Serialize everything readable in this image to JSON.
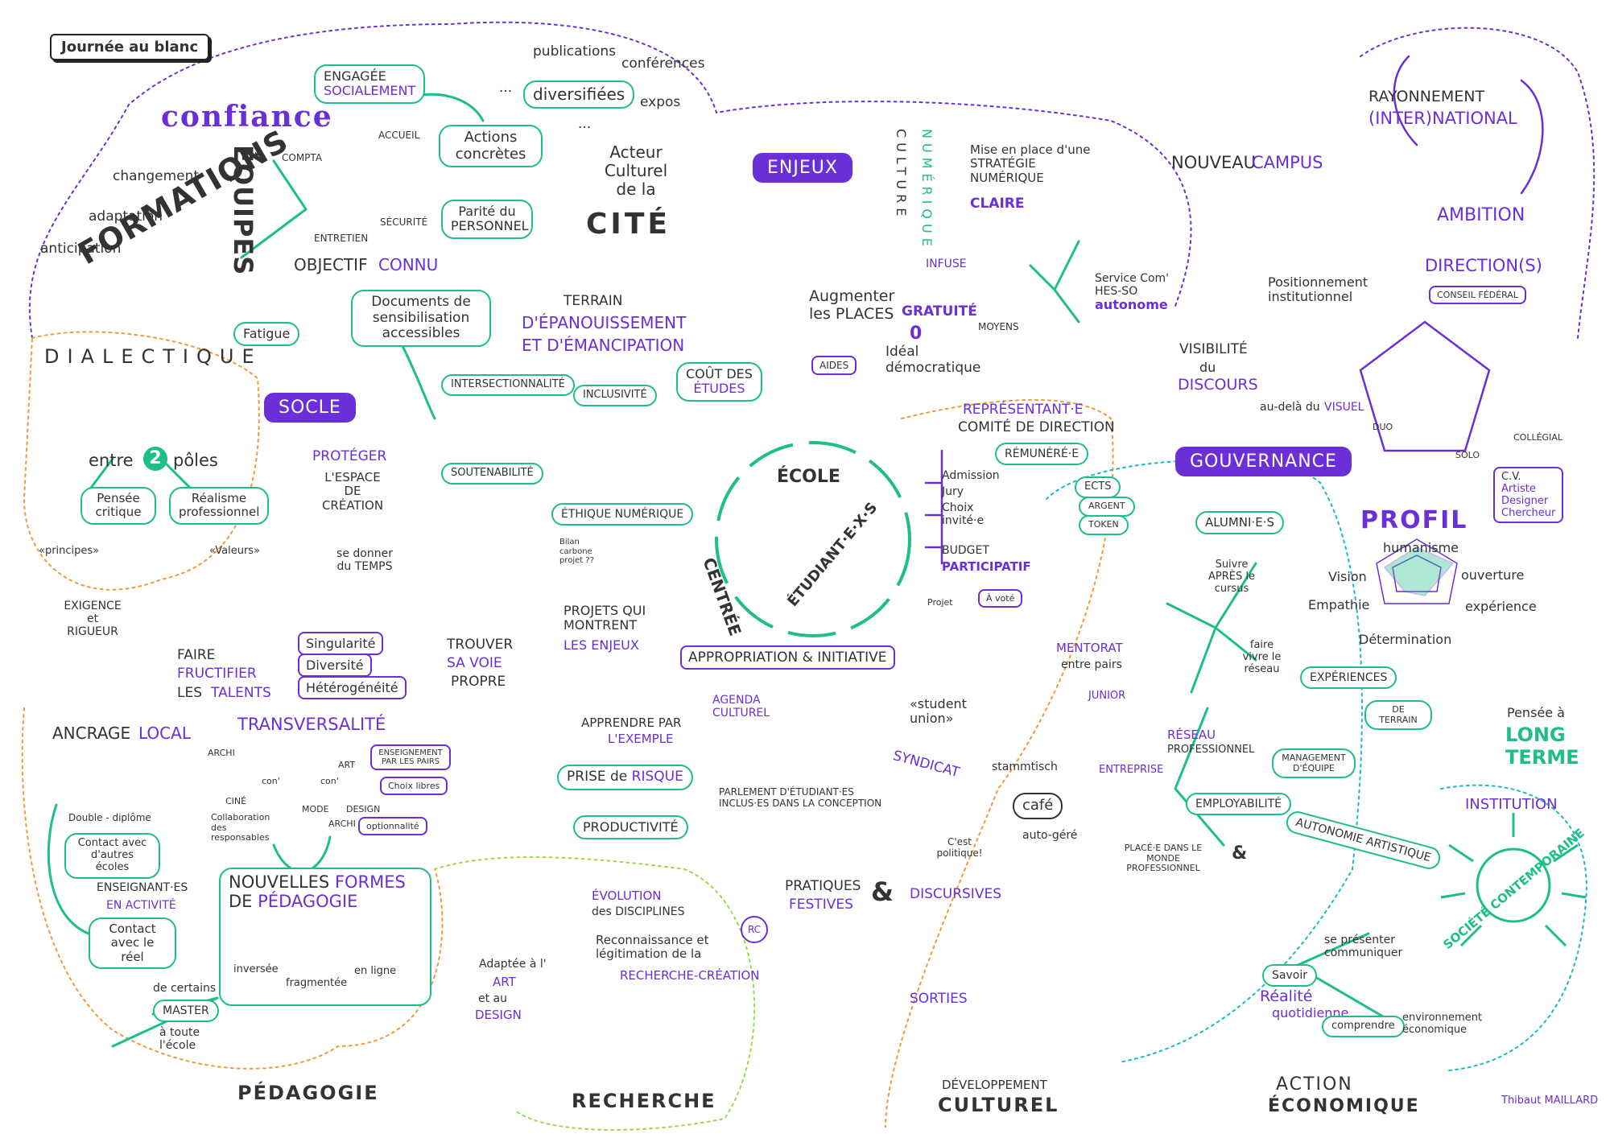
{
  "title": "Journée au blanc",
  "signature": "Thibaut MAILLARD",
  "colors": {
    "green": "#1ebd8a",
    "purple": "#6a2fd6",
    "orange": "#f29a3a",
    "teal": "#19b9c8",
    "lime": "#9ad94a",
    "ink": "#333333"
  },
  "confiance": {
    "title": "confiance",
    "formations": "FORMATIONS",
    "equipes": "ÉQUIPES",
    "changement": "changement",
    "adaptation": "adaptation",
    "anticipation": "anticipation",
    "compta": "COMPTA",
    "accueil": "ACCUEIL",
    "entretien": "ENTRETIEN",
    "securite": "SÉCURITÉ",
    "objectif": "OBJECTIF",
    "connu": "CONNU",
    "fatigue": "Fatigue",
    "engagee": "ENGAGÉE",
    "socialement": "SOCIALEMENT",
    "actions": "Actions concrètes",
    "parite": "Parité du PERSONNEL",
    "documents": "Documents de sensibilisation accessibles",
    "publications": "publications",
    "diversifiees": "diversifiées",
    "conferences": "conférences",
    "expos": "expos",
    "dots1": "...",
    "dots2": "...",
    "acteur": "Acteur Culturel de la",
    "cite": "CITÉ",
    "terrain": "TERRAIN",
    "epanouissement": "D'ÉPANOUISSEMENT",
    "emancipation": "ET D'ÉMANCIPATION"
  },
  "enjeux": {
    "label": "ENJEUX",
    "culture": "CULTURE",
    "numerique": "NUMÉRIQUE",
    "infuse": "INFUSE",
    "strategie": "Mise en place d'une STRATÉGIE NUMÉRIQUE",
    "claire": "CLAIRE",
    "service": "Service Com' HES-SO",
    "autonome": "autonome",
    "augmenter": "Augmenter les PLACES",
    "gratuite": "GRATUITÉ",
    "zero": "0",
    "moyens": "MOYENS",
    "ideal": "Idéal démocratique",
    "cout": "COÛT DES",
    "etudes": "ÉTUDES",
    "aides": "AIDES"
  },
  "campus": {
    "nouveau": "NOUVEAU",
    "campus": "CAMPUS"
  },
  "international": {
    "rayonnement": "RAYONNEMENT",
    "inter": "(INTER)NATIONAL",
    "ambition": "AMBITION"
  },
  "direction": {
    "title": "DIRECTION(S)",
    "conseil": "CONSEIL FÉDÉRAL",
    "duo": "DUO",
    "solo": "SOLO",
    "collegial": "COLLÉGIAL"
  },
  "visibilite": {
    "positionnement": "Positionnement institutionnel",
    "visibilite": "VISIBILITÉ",
    "du": "du",
    "discours": "DISCOURS",
    "au_dela": "au-delà du",
    "visuel": "VISUEL"
  },
  "gouvernance": {
    "label": "GOUVERNANCE",
    "representant": "REPRÉSENTANT·E",
    "comite": "COMITÉ DE DIRECTION",
    "remunere": "RÉMUNÉRÉ·E",
    "admission": "Admission",
    "jury": "Jury",
    "choix": "Choix invité·e",
    "ects": "ECTS",
    "argent": "ARGENT",
    "token": "TOKEN",
    "budget": "BUDGET",
    "participatif": "PARTICIPATIF",
    "projet": "Projet",
    "a_vote": "À voté"
  },
  "dialectique": {
    "title": "DIALECTIQUE",
    "entre": "entre",
    "deux": "2",
    "poles": "pôles",
    "pensee": "Pensée critique",
    "realisme": "Réalisme professionnel",
    "principes": "«principes»",
    "valeurs": "«Valeurs»"
  },
  "socle": {
    "label": "SOCLE",
    "proteger": "PROTÉGER",
    "espace": "L'ESPACE DE CRÉATION",
    "temps": "se donner du TEMPS",
    "exigence": "EXIGENCE et RIGUEUR",
    "faire": "FAIRE",
    "fructifier": "FRUCTIFIER",
    "les": "LES",
    "talents": "TALENTS",
    "singularite": "Singularité",
    "diversite": "Diversité",
    "heterogeneite": "Hétérogénéité",
    "trouver": "TROUVER",
    "sa_voie": "SA VOIE",
    "propre": "PROPRE"
  },
  "valeurs": {
    "intersectionnalite": "INTERSECTIONNALITÉ",
    "inclusivite": "INCLUSIVITÉ",
    "soutenabilite": "SOUTENABILITÉ",
    "ethique": "ÉTHIQUE NUMÉRIQUE",
    "bilan": "Bilan carbone projet ??"
  },
  "ecole": {
    "ecole": "ÉCOLE",
    "centree": "CENTRÉE",
    "etudiants": "ÉTUDIANT·E·X·S"
  },
  "projets": {
    "montrent": "PROJETS QUI MONTRENT",
    "enjeux": "LES ENJEUX",
    "apprendre": "APPRENDRE PAR",
    "exemple": "L'EXEMPLE",
    "prise": "PRISE de",
    "risque": "RISQUE",
    "productivite": "PRODUCTIVITÉ"
  },
  "appropriation": {
    "label": "APPROPRIATION & INITIATIVE",
    "agenda": "AGENDA CULTUREL",
    "parlement": "PARLEMENT D'ÉTUDIANT·ES INCLUS·ES DANS LA CONCEPTION"
  },
  "alumni": {
    "alumni": "ALUMNI·E·S",
    "suivre": "Suivre APRÈS le cursus",
    "faire_vivre": "faire vivre le réseau",
    "mentorat": "MENTORAT",
    "pairs": "entre pairs",
    "junior": "JUNIOR",
    "entreprise": "ENTREPRISE",
    "reseau": "RÉSEAU",
    "professionnel": "PROFESSIONNEL",
    "employabilite": "EMPLOYABILITÉ",
    "autonomie": "AUTONOMIE ARTISTIQUE",
    "et": "&",
    "place": "PLACÉ·E DANS LE MONDE PROFESSIONNEL"
  },
  "profil": {
    "profil": "PROFIL",
    "cv": "C.V.",
    "artiste": "Artiste",
    "designer": "Designer",
    "chercheur": "Chercheur",
    "humanisme": "humanisme",
    "vision": "Vision",
    "ouverture": "ouverture",
    "empathie": "Empathie",
    "experience": "expérience",
    "determination": "Détermination"
  },
  "experiences": {
    "experiences": "EXPÉRIENCES",
    "terrain": "DE TERRAIN",
    "management": "MANAGEMENT D'ÉQUIPE",
    "pensee": "Pensée à",
    "long": "LONG",
    "terme": "TERME"
  },
  "institution": {
    "institution": "INSTITUTION",
    "societe": "SOCIÉTÉ CONTEMPORAINE"
  },
  "economie": {
    "se_presenter": "se présenter communiquer",
    "savoir": "Savoir",
    "realite": "Réalité",
    "quotidienne": "quotidienne",
    "comprendre": "comprendre",
    "environnement": "environnement économique",
    "action": "ACTION",
    "economique": "ÉCONOMIQUE"
  },
  "syndicat": {
    "student": "«student union»",
    "syndicat": "SYNDICAT",
    "stammtisch": "stammtisch",
    "cafe": "café",
    "auto_gere": "auto-géré",
    "politique": "C'est politique!",
    "pratiques": "PRATIQUES",
    "festives": "FESTIVES",
    "amp": "&",
    "discursives": "DISCURSIVES",
    "sorties": "SORTIES",
    "developpement": "DÉVELOPPEMENT",
    "culturel": "CULTUREL"
  },
  "pedagogie": {
    "ancrage": "ANCRAGE",
    "local": "LOCAL",
    "double": "Double - diplôme",
    "contact_ecoles": "Contact avec d'autres écoles",
    "enseignantes": "ENSEIGNANT·ES",
    "activite": "EN ACTIVITÉ",
    "contact_reel": "Contact avec le réel",
    "certains": "de certains",
    "master": "MASTER",
    "toute": "à toute l'école",
    "transversalite": "TRANSVERSALITÉ",
    "archi": "ARCHI",
    "ciné": "CINÉ",
    "con": "con'",
    "art": "ART",
    "mode": "MODE",
    "design": "DESIGN",
    "collaboration": "Collaboration des responsables",
    "enseignement": "ENSEIGNEMENT PAR LES PAIRS",
    "choix": "Choix libres",
    "optionnalite": "optionnalité",
    "nouvelles": "NOUVELLES",
    "formes": "FORMES",
    "de": "DE",
    "pedagogie": "PÉDAGOGIE",
    "inversee": "inversée",
    "fragmentee": "fragmentée",
    "en_ligne": "en ligne",
    "footer": "PÉDAGOGIE"
  },
  "recherche": {
    "evolution": "ÉVOLUTION",
    "disciplines": "des DISCIPLINES",
    "reconnaissance": "Reconnaissance et légitimation de la",
    "recherche_creation": "RECHERCHE-CRÉATION",
    "adaptee": "Adaptée à l'",
    "art": "ART",
    "et_au": "et au",
    "design": "DESIGN",
    "rc": "RC",
    "footer": "RECHERCHE"
  }
}
